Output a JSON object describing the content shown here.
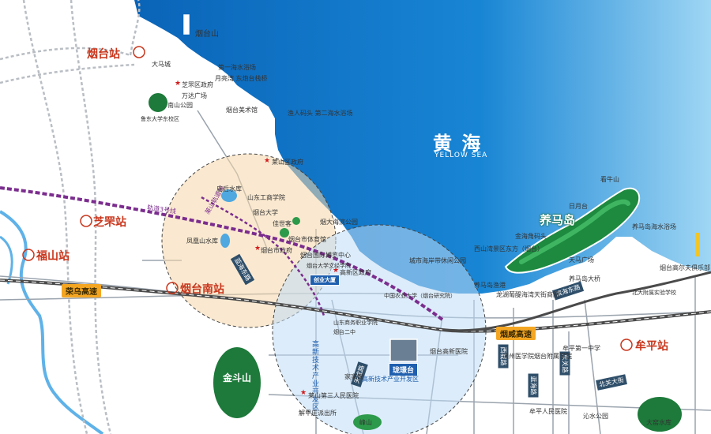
{
  "sea": {
    "name_cn": "黄 海",
    "name_en": "YELLOW SEA"
  },
  "stations": {
    "yantai": "烟台站",
    "zhifu": "芝罘站",
    "fushan": "福山站",
    "yantai_south": "烟台南站",
    "muping": "牟平站"
  },
  "islands": {
    "yangma": "养马岛"
  },
  "green_areas": {
    "jindoushan": "金斗山"
  },
  "highways": {
    "rongwu": "荣乌高速",
    "yanwei": "烟威高速",
    "binhai_east": "滨海东路"
  },
  "roads": {
    "lanhai": "蓝海路",
    "beiguan": "北关大街",
    "dongguan": "东关路",
    "xicheng": "西城路",
    "lanhai2": "蓝海东路"
  },
  "rail": {
    "line3": "轨道3号线",
    "lai": "莱山轨道线"
  },
  "brand": {
    "project": "珑璟台",
    "chuangye": "创业大厦"
  },
  "districts": {
    "hightech_zone": "高新技术产业开发区",
    "hightech_zone2": "高新技术产业开发区"
  },
  "labels": {
    "yantaishan": "烟台山",
    "dama": "大马城",
    "beach1": "第一海水浴场",
    "yueliang": "月亮湾 东炮台栈桥",
    "zhifu_gov": "芝罘区政府",
    "wanda": "万达广场",
    "art": "烟台美术馆",
    "nanshan": "南山公园",
    "lu_east": "鲁东大学东校区",
    "yuren": "渔人码头 第二海水浴场",
    "laishan_gov": "莱山区政府",
    "tanghou": "庙后水库",
    "shandong_biz": "山东工商学院",
    "yantai_univ": "烟台大学",
    "jiashige": "佳世客",
    "sports": "烟台市体育馆",
    "fenghuang": "凤凰山水库",
    "city_gov": "烟台市政府",
    "expo": "烟台国际博览中心",
    "yantai_univ_lit": "烟台大学文经学院",
    "hightech_gov": "高新区政府",
    "ocean_park": "城市海岸带休闲公园",
    "binhai_park": "烟大海滨公园",
    "china_agri": "中国农业大学（烟台研究院）",
    "shandong_voc": "山东商务职业学院",
    "yantai_no2": "烟台二中",
    "jiajiayue": "家家悦",
    "laishan_hosp": "莱山第三人民医院",
    "xiezhuang": "解甲庄派出所",
    "fengshan": "峰山",
    "yangma_fish": "养马岛渔港",
    "longhu": "龙湖葡醍海湾天街商圈",
    "xishan": "西山湾景区东方（烟台）",
    "jinhai": "金海角码头",
    "tianma": "天马广场",
    "yangma_bridge": "养马岛大桥",
    "rima": "日月台",
    "kanniu": "看牛山",
    "beach_yangma": "养马岛海水浴场",
    "south_ship": "烟台高尔夫俱乐部",
    "north_school": "北大附属实验学校",
    "muping_no1": "牟平第一中学",
    "binzhou": "滨州医学院烟台附属学院",
    "muping_hosp": "牟平人民医院",
    "qinshui": "沁水公园",
    "dayao": "大窑水库",
    "yantai_hightech_hosp": "烟台高新医院",
    "tiancheng": "天成路"
  }
}
